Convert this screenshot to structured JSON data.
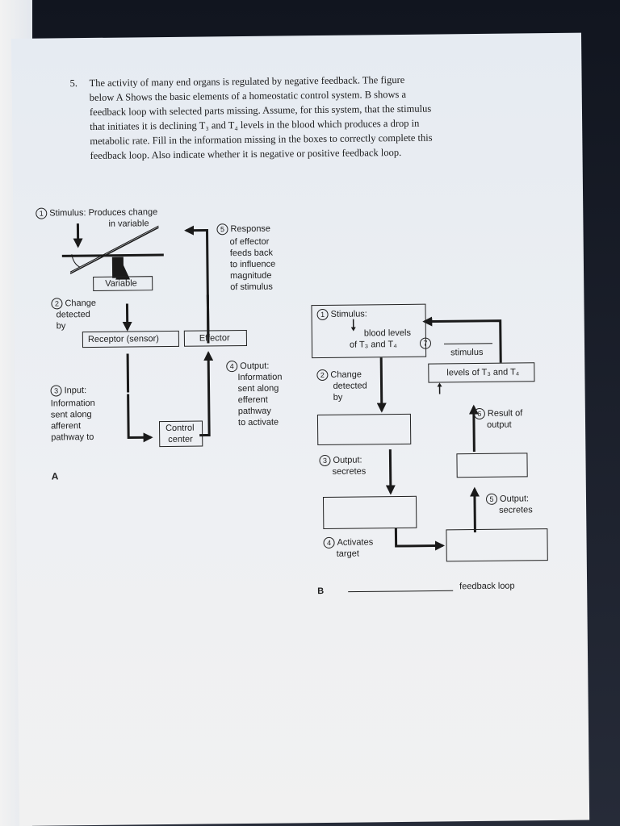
{
  "question": {
    "number": "5.",
    "lines": [
      "The activity of many end organs is regulated by negative feedback. The figure",
      "below A Shows the basic elements of a homeostatic control system. B shows a",
      "feedback loop with selected parts missing. Assume, for this system, that the stimulus",
      "that initiates it is declining T₃ and T₄ levels in the blood which produces a drop in",
      "metabolic rate. Fill in the information missing in the boxes to correctly complete this",
      "feedback loop. Also indicate whether it is negative or positive feedback loop."
    ]
  },
  "diagram_a": {
    "label": "A",
    "stimulus_num": "1",
    "stimulus_text": "Stimulus: Produces change",
    "stimulus_text2": "in variable",
    "variable": "Variable",
    "change_num": "2",
    "change_l1": "Change",
    "change_l2": "detected",
    "change_l3": "by",
    "receptor": "Receptor (sensor)",
    "effector": "Effector",
    "input_num": "3",
    "input_lines": [
      "Input:",
      "Information",
      "sent along",
      "afferent",
      "pathway to"
    ],
    "control_l1": "Control",
    "control_l2": "center",
    "output_num": "4",
    "output_lines": [
      "Output:",
      "Information",
      "sent along",
      "efferent",
      "pathway",
      "to activate"
    ],
    "response_num": "5",
    "response_lines": [
      "Response",
      "of effector",
      "feeds back",
      "to influence",
      "magnitude",
      "of stimulus"
    ]
  },
  "diagram_b": {
    "label": "B",
    "s1_num": "1",
    "s1_title": "Stimulus:",
    "s1_blood": "blood levels",
    "s1_of": "of T₃ and T₄",
    "n7": "7",
    "stimulus_word": "stimulus",
    "c2_num": "2",
    "c2_lines": [
      "Change",
      "detected",
      "by"
    ],
    "levels_text": "levels of T₃ and T₄",
    "r6_num": "6",
    "r6_lines": [
      "Result of",
      "output"
    ],
    "o3_num": "3",
    "o3_lines": [
      "Output:",
      "secretes"
    ],
    "o5_num": "5",
    "o5_lines": [
      "Output:",
      "secretes"
    ],
    "a4_num": "4",
    "a4_lines": [
      "Activates",
      "target"
    ],
    "feedback_text": "feedback loop"
  }
}
